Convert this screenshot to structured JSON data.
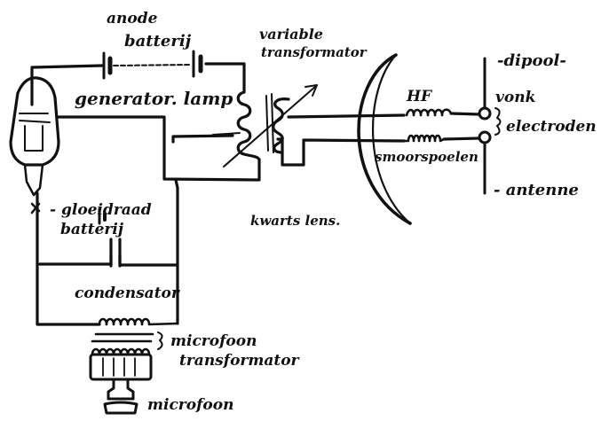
{
  "ink_color": "#111111",
  "paper_color": "#ffffff",
  "labels": {
    "anode_battery_line1": "anode",
    "anode_battery_line2": "batterij",
    "variable_transformator_line1": "variable",
    "variable_transformator_line2": "transformator",
    "dipool": "-dipool-",
    "generator_lamp": "generator. lamp",
    "hf": "HF",
    "vonk_electroden_line1": "vonk",
    "vonk_electroden_line2": "electroden",
    "smoorspoelen": "smoorspoelen",
    "antenne": "- antenne",
    "gloeidraad_batterij_line1": "- gloeidraad",
    "gloeidraad_batterij_line2": "batterij",
    "kwarts_lens": "kwarts lens.",
    "condensator": "condensator",
    "microfoon_transformator_line1": "microfoon",
    "microfoon_transformator_line2": "transformator",
    "microfoon": "microfoon"
  },
  "icons": {
    "generator_lamp": "vacuum-tube-icon",
    "microphone": "microphone-icon",
    "lens": "quartz-lens-arc-icon"
  }
}
